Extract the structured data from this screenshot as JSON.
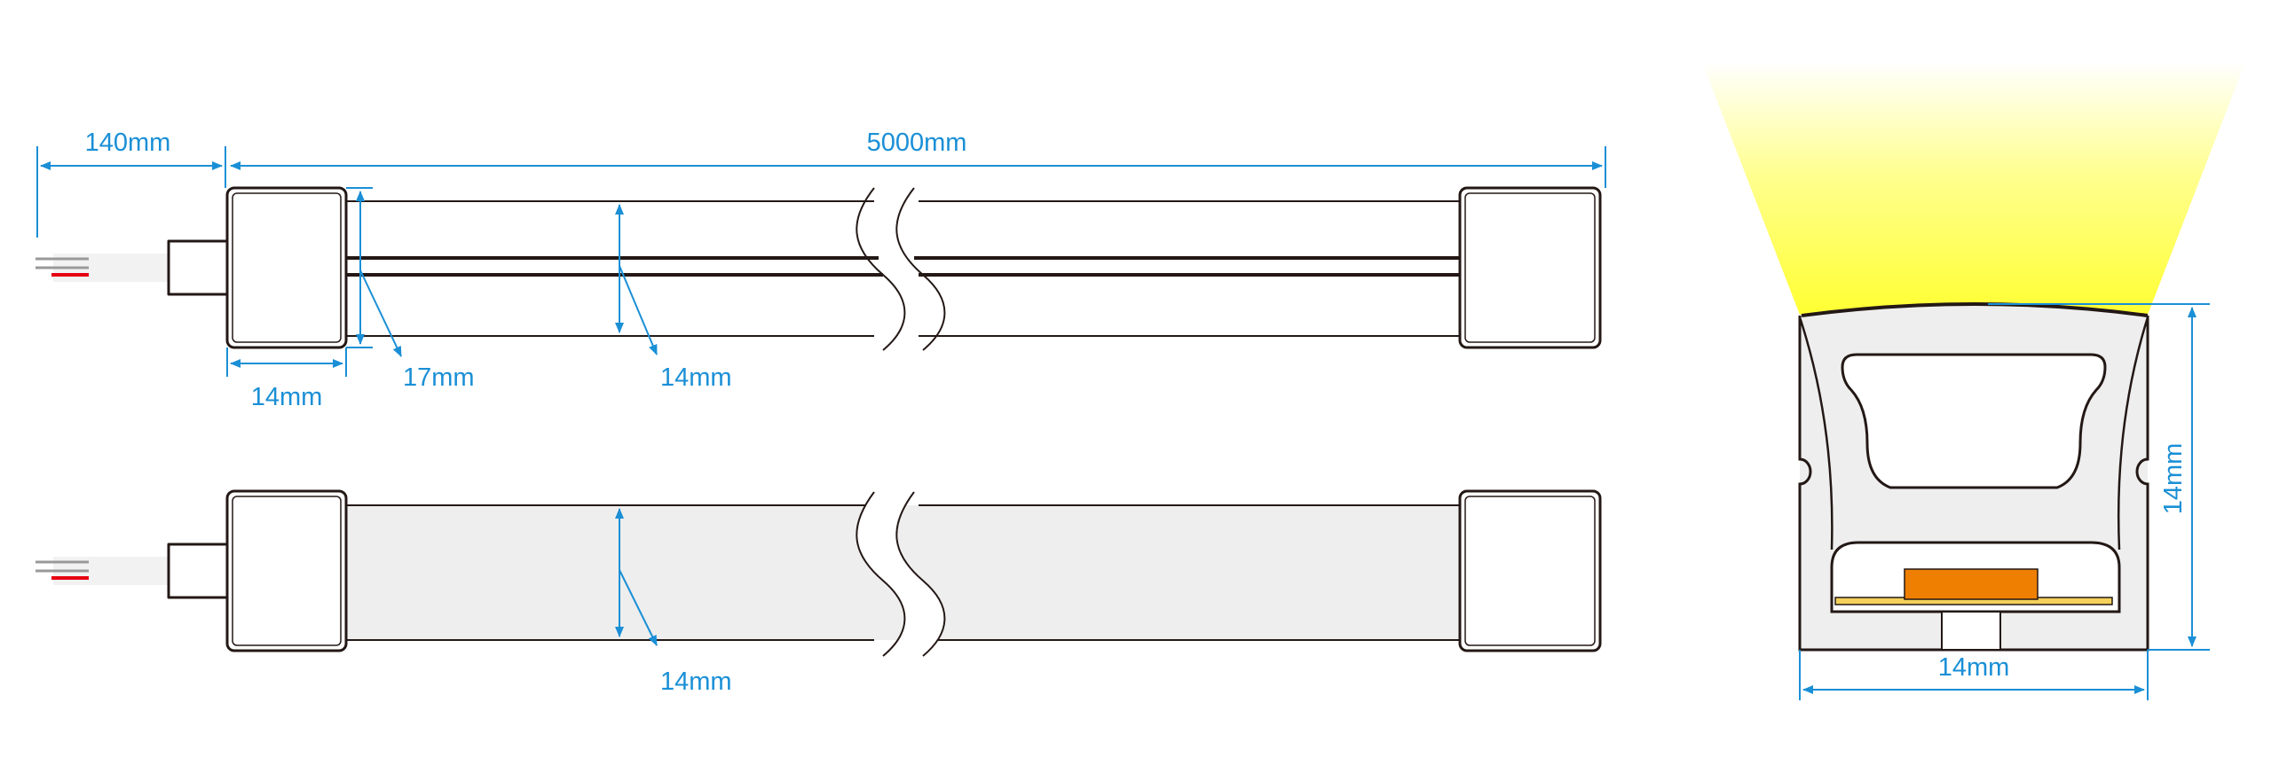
{
  "colors": {
    "dimension": "#1a8fd6",
    "outline": "#231815",
    "tube_fill": "#eeeeee",
    "glow": "#ffff33",
    "led_chip": "#ee7f00",
    "pcb": "#f4d15a",
    "wire_red": "#e60012"
  },
  "labels": {
    "lead_length": "140mm",
    "strip_length": "5000mm",
    "endcap_width": "14mm",
    "endcap_height": "17mm",
    "tube_height_top": "14mm",
    "tube_height_bottom": "14mm",
    "profile_height": "14mm",
    "profile_width": "14mm"
  }
}
